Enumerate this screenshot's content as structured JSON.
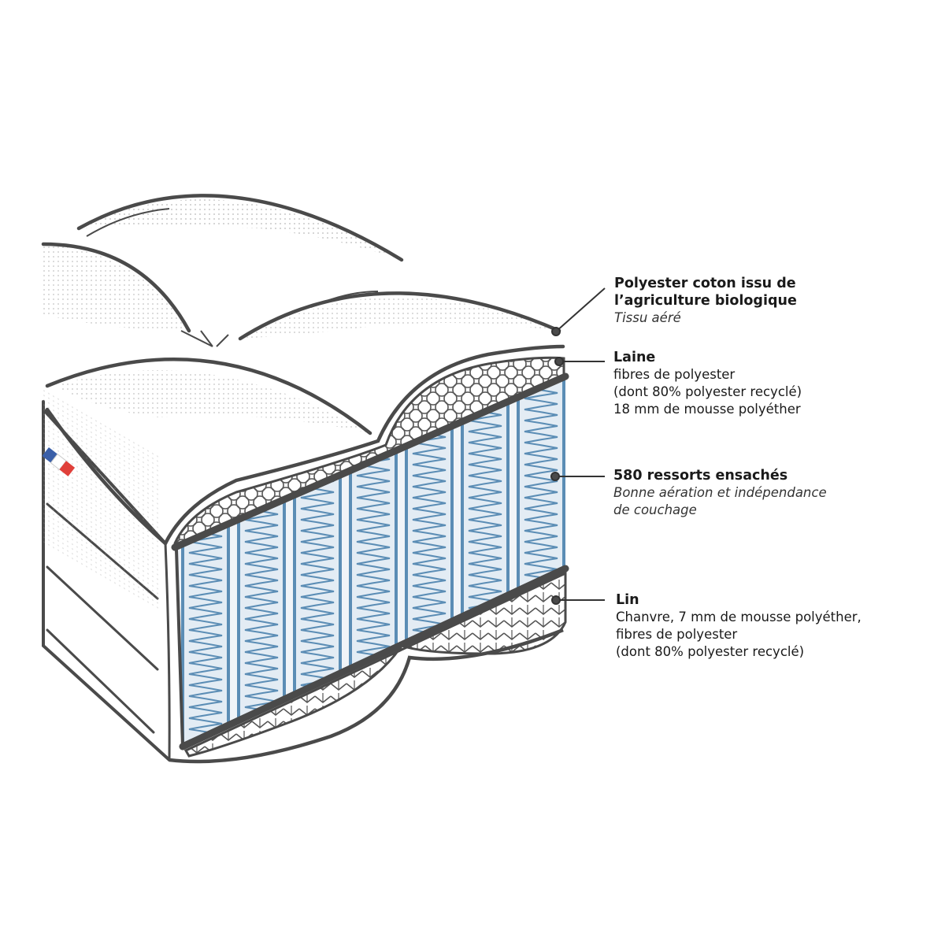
{
  "labels": {
    "cover": {
      "title_line1": "Polyester coton issu de",
      "title_line2": "l’agriculture biologique",
      "subtitle": "Tissu aéré"
    },
    "wool": {
      "title": "Laine",
      "line1": "fibres de polyester",
      "line2": "(dont 80% polyester recyclé)",
      "line3": "18 mm de mousse polyéther"
    },
    "springs": {
      "title": "580 ressorts ensachés",
      "subtitle_line1": "Bonne aération et indépendance",
      "subtitle_line2": "de couchage"
    },
    "linen": {
      "title": "Lin",
      "line1": "Chanvre, 7 mm de mousse polyéther,",
      "line2": "fibres de polyester",
      "line3": "(dont 80% polyester recyclé)"
    }
  },
  "colors": {
    "outline": "#4a4a4a",
    "spring_blue": "#5b8db5",
    "pocket_fill": "#e3ecf4",
    "flag_blue": "#3a5fa8",
    "flag_red": "#e0403a"
  }
}
